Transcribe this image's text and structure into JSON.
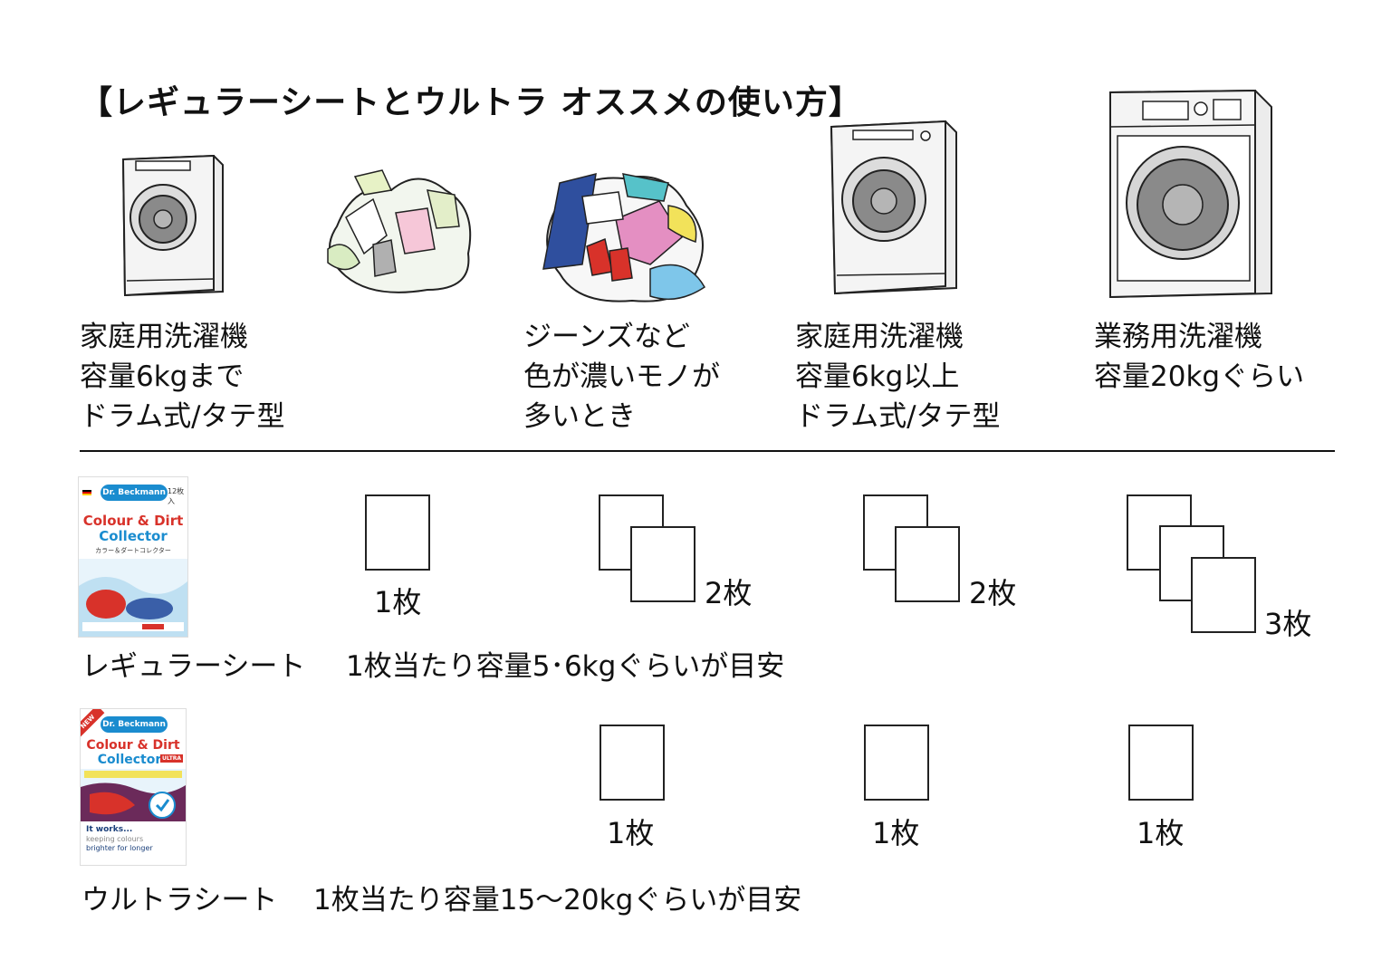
{
  "title": "【レギュラーシートとウルトラ オススメの使い方】",
  "columns": [
    {
      "icon": "washing-machine-drum-small-icon",
      "lines": [
        "家庭用洗濯機",
        "容量6kgまで",
        "ドラム式/タテ型"
      ]
    },
    {
      "icon": "laundry-pile-light-icon",
      "lines": []
    },
    {
      "icon": "laundry-pile-dark-icon",
      "lines": [
        "ジーンズなど",
        "色が濃いモノが",
        "多いとき"
      ]
    },
    {
      "icon": "washing-machine-drum-large-icon",
      "lines": [
        "家庭用洗濯機",
        "容量6kg以上",
        "ドラム式/タテ型"
      ]
    },
    {
      "icon": "washing-machine-commercial-icon",
      "lines": [
        "業務用洗濯機",
        "容量20kgぐらい"
      ]
    }
  ],
  "regular": {
    "label": "レギュラーシート",
    "note": "1枚当たり容量5･6kgぐらいが目安",
    "counts": [
      "1枚",
      "2枚",
      "2枚",
      "3枚"
    ],
    "package": {
      "brand": "Dr. Beckmann",
      "name_line1": "Colour & Dirt",
      "name_line2": "Collector",
      "badge": "12枚入",
      "sub": "カラー＆ダートコレクター"
    }
  },
  "ultra": {
    "label": "ウルトラシート",
    "note": "1枚当たり容量15〜20kgぐらいが目安",
    "counts": [
      "1枚",
      "1枚",
      "1枚"
    ],
    "package": {
      "brand": "Dr. Beckmann",
      "name_line1": "Colour & Dirt",
      "name_line2": "Collector",
      "ultra_tag": "ULTRA",
      "new_tag": "NEW",
      "tagline1": "It works...",
      "tagline2": "keeping colours",
      "tagline3": "brighter for longer"
    }
  },
  "colors": {
    "text": "#111111",
    "machine_body": "#e6e6e6",
    "drum": "#8a8a8a",
    "package_blue": "#1a8ccf",
    "package_red": "#d8322a"
  }
}
